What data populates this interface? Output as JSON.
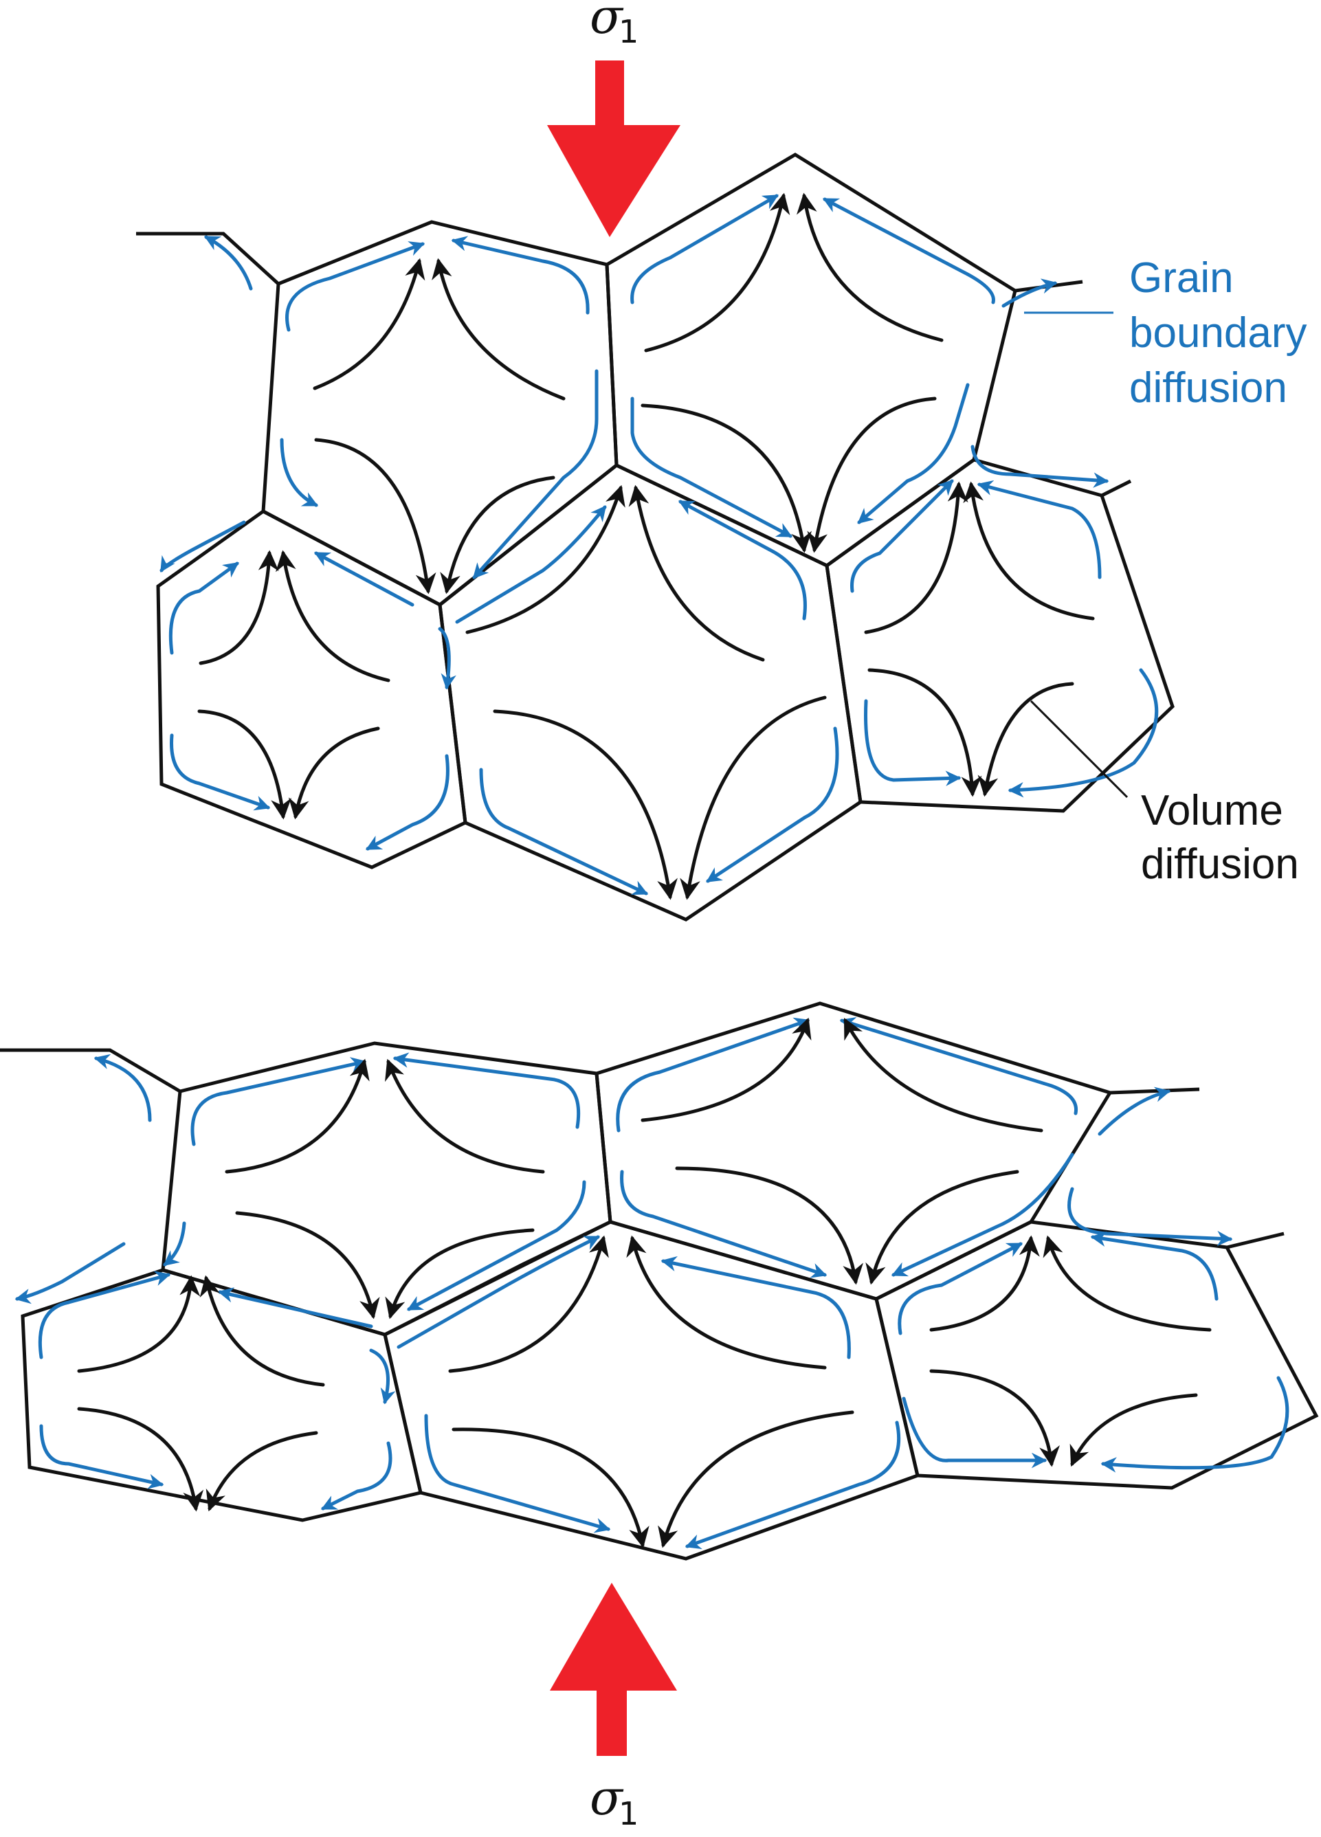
{
  "stress_symbol": "σ",
  "stress_subscript": "1",
  "labels": {
    "grain_boundary_diffusion": [
      "Grain",
      "boundary",
      "diffusion"
    ],
    "volume_diffusion": [
      "Volume",
      "diffusion"
    ]
  },
  "colors": {
    "grain_boundary": "#111111",
    "grain_boundary_diffusion": "#1c74bc",
    "volume_diffusion": "#111111",
    "compressive_stress_arrow": "#ee2129"
  }
}
